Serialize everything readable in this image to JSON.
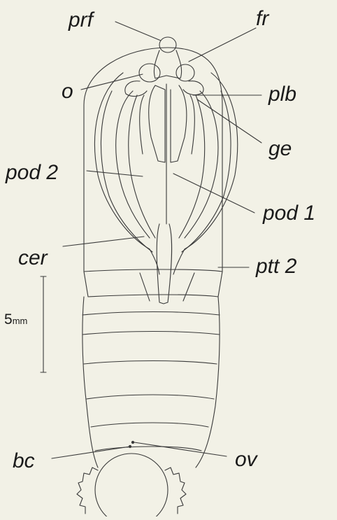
{
  "labels": {
    "prf": "prf",
    "fr": "fr",
    "o": "o",
    "plb": "plb",
    "ge": "ge",
    "pod2": "pod 2",
    "pod1": "pod 1",
    "cer": "cer",
    "ptt2": "ptt 2",
    "bc": "bc",
    "ov": "ov"
  },
  "scale_bar": {
    "value": "5",
    "unit": "mm"
  },
  "colors": {
    "background": "#f2f1e6",
    "stroke": "#333333"
  }
}
